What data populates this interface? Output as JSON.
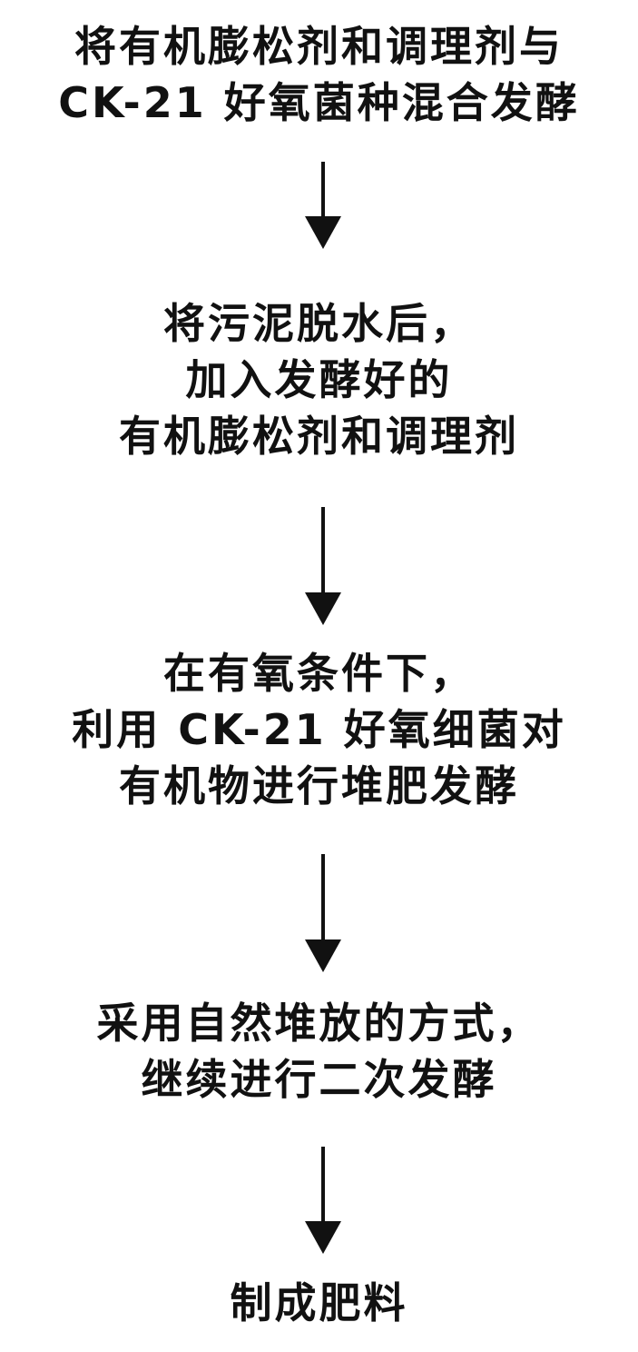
{
  "steps": [
    {
      "lines": [
        "将有机膨松剂和调理剂与",
        "CK-21 好氧菌种混合发酵"
      ]
    },
    {
      "lines": [
        "将污泥脱水后，",
        "加入发酵好的",
        "有机膨松剂和调理剂"
      ]
    },
    {
      "lines": [
        "在有氧条件下，",
        "利用 CK-21 好氧细菌对",
        "有机物进行堆肥发酵"
      ]
    },
    {
      "lines": [
        "采用自然堆放的方式，",
        "继续进行二次发酵"
      ]
    },
    {
      "lines": [
        "制成肥料"
      ]
    }
  ]
}
